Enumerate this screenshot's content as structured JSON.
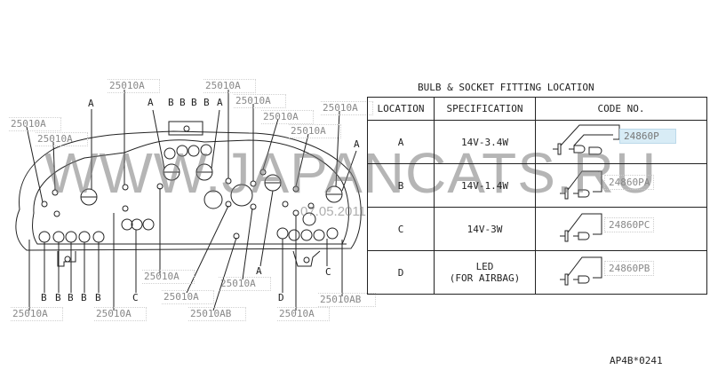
{
  "diagram": {
    "top_labels": [
      "25010A",
      "25010A",
      "25010A",
      "25010A",
      "25010A",
      "25010A",
      "25010A",
      "25010A"
    ],
    "bottom_labels": [
      "25010A",
      "25010A",
      "25010A",
      "25010A",
      "25010AB",
      "25010A",
      "25010A",
      "25010AB"
    ],
    "top_letters": [
      "A",
      "A",
      "B",
      "B",
      "B",
      "B",
      "A",
      "A"
    ],
    "bottom_letters": [
      "B",
      "B",
      "B",
      "B",
      "B",
      "C",
      "D",
      "A",
      "C"
    ],
    "watermark": "WWW.JAPANCATS.RU",
    "date": "07.05.2011"
  },
  "table": {
    "title": "BULB & SOCKET FITTING LOCATION",
    "headers": [
      "LOCATION",
      "SPECIFICATION",
      "CODE NO."
    ],
    "rows": [
      {
        "location": "A",
        "spec": "14V-3.4W",
        "code": "24860P"
      },
      {
        "location": "B",
        "spec": "14V-1.4W",
        "code": "24860PA"
      },
      {
        "location": "C",
        "spec": "14V-3W",
        "code": "24860PC"
      },
      {
        "location": "D",
        "spec": "LED",
        "spec2": "(FOR AIRBAG)",
        "code": "24860PB"
      }
    ]
  },
  "footer": "AP4B*0241",
  "colors": {
    "highlight": "#d8ecf6",
    "line": "#222222",
    "label": "#888888"
  }
}
